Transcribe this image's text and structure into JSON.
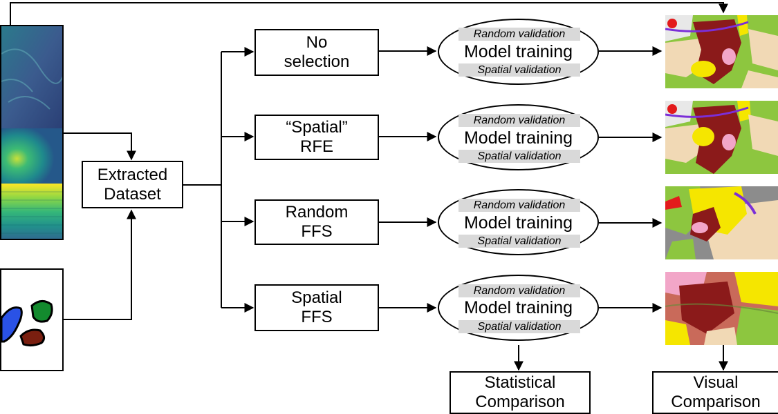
{
  "inputs": {
    "raster_stack": {
      "icon": "raster-layers-thumbnail"
    },
    "training_polygons": {
      "icon": "training-polygons-thumbnail"
    }
  },
  "extracted_dataset": {
    "line1": "Extracted",
    "line2": "Dataset"
  },
  "branches": [
    {
      "method_line1": "No",
      "method_line2": "selection",
      "validation_top": "Random validation",
      "model_label": "Model training",
      "validation_bottom": "Spatial validation"
    },
    {
      "method_line1": "“Spatial”",
      "method_line2": "RFE",
      "validation_top": "Random validation",
      "model_label": "Model training",
      "validation_bottom": "Spatial validation"
    },
    {
      "method_line1": "Random",
      "method_line2": "FFS",
      "validation_top": "Random validation",
      "model_label": "Model training",
      "validation_bottom": "Spatial validation"
    },
    {
      "method_line1": "Spatial",
      "method_line2": "FFS",
      "validation_top": "Random validation",
      "model_label": "Model training",
      "validation_bottom": "Spatial validation"
    }
  ],
  "outputs": {
    "statistical": {
      "line1": "Statistical",
      "line2": "Comparison"
    },
    "visual": {
      "line1": "Visual",
      "line2": "Comparison"
    }
  },
  "colors": {
    "line": "#000000",
    "validation_bg": "#d9d9d9",
    "map_green": "#8dc63f",
    "map_darkred": "#8b1a1a",
    "map_yellow": "#f5e600",
    "map_pink": "#f2a6c8",
    "map_tan": "#f1d9b5",
    "map_purple": "#7b2fd8",
    "map_red": "#e31a1c",
    "map_gray": "#8c8c8c"
  }
}
